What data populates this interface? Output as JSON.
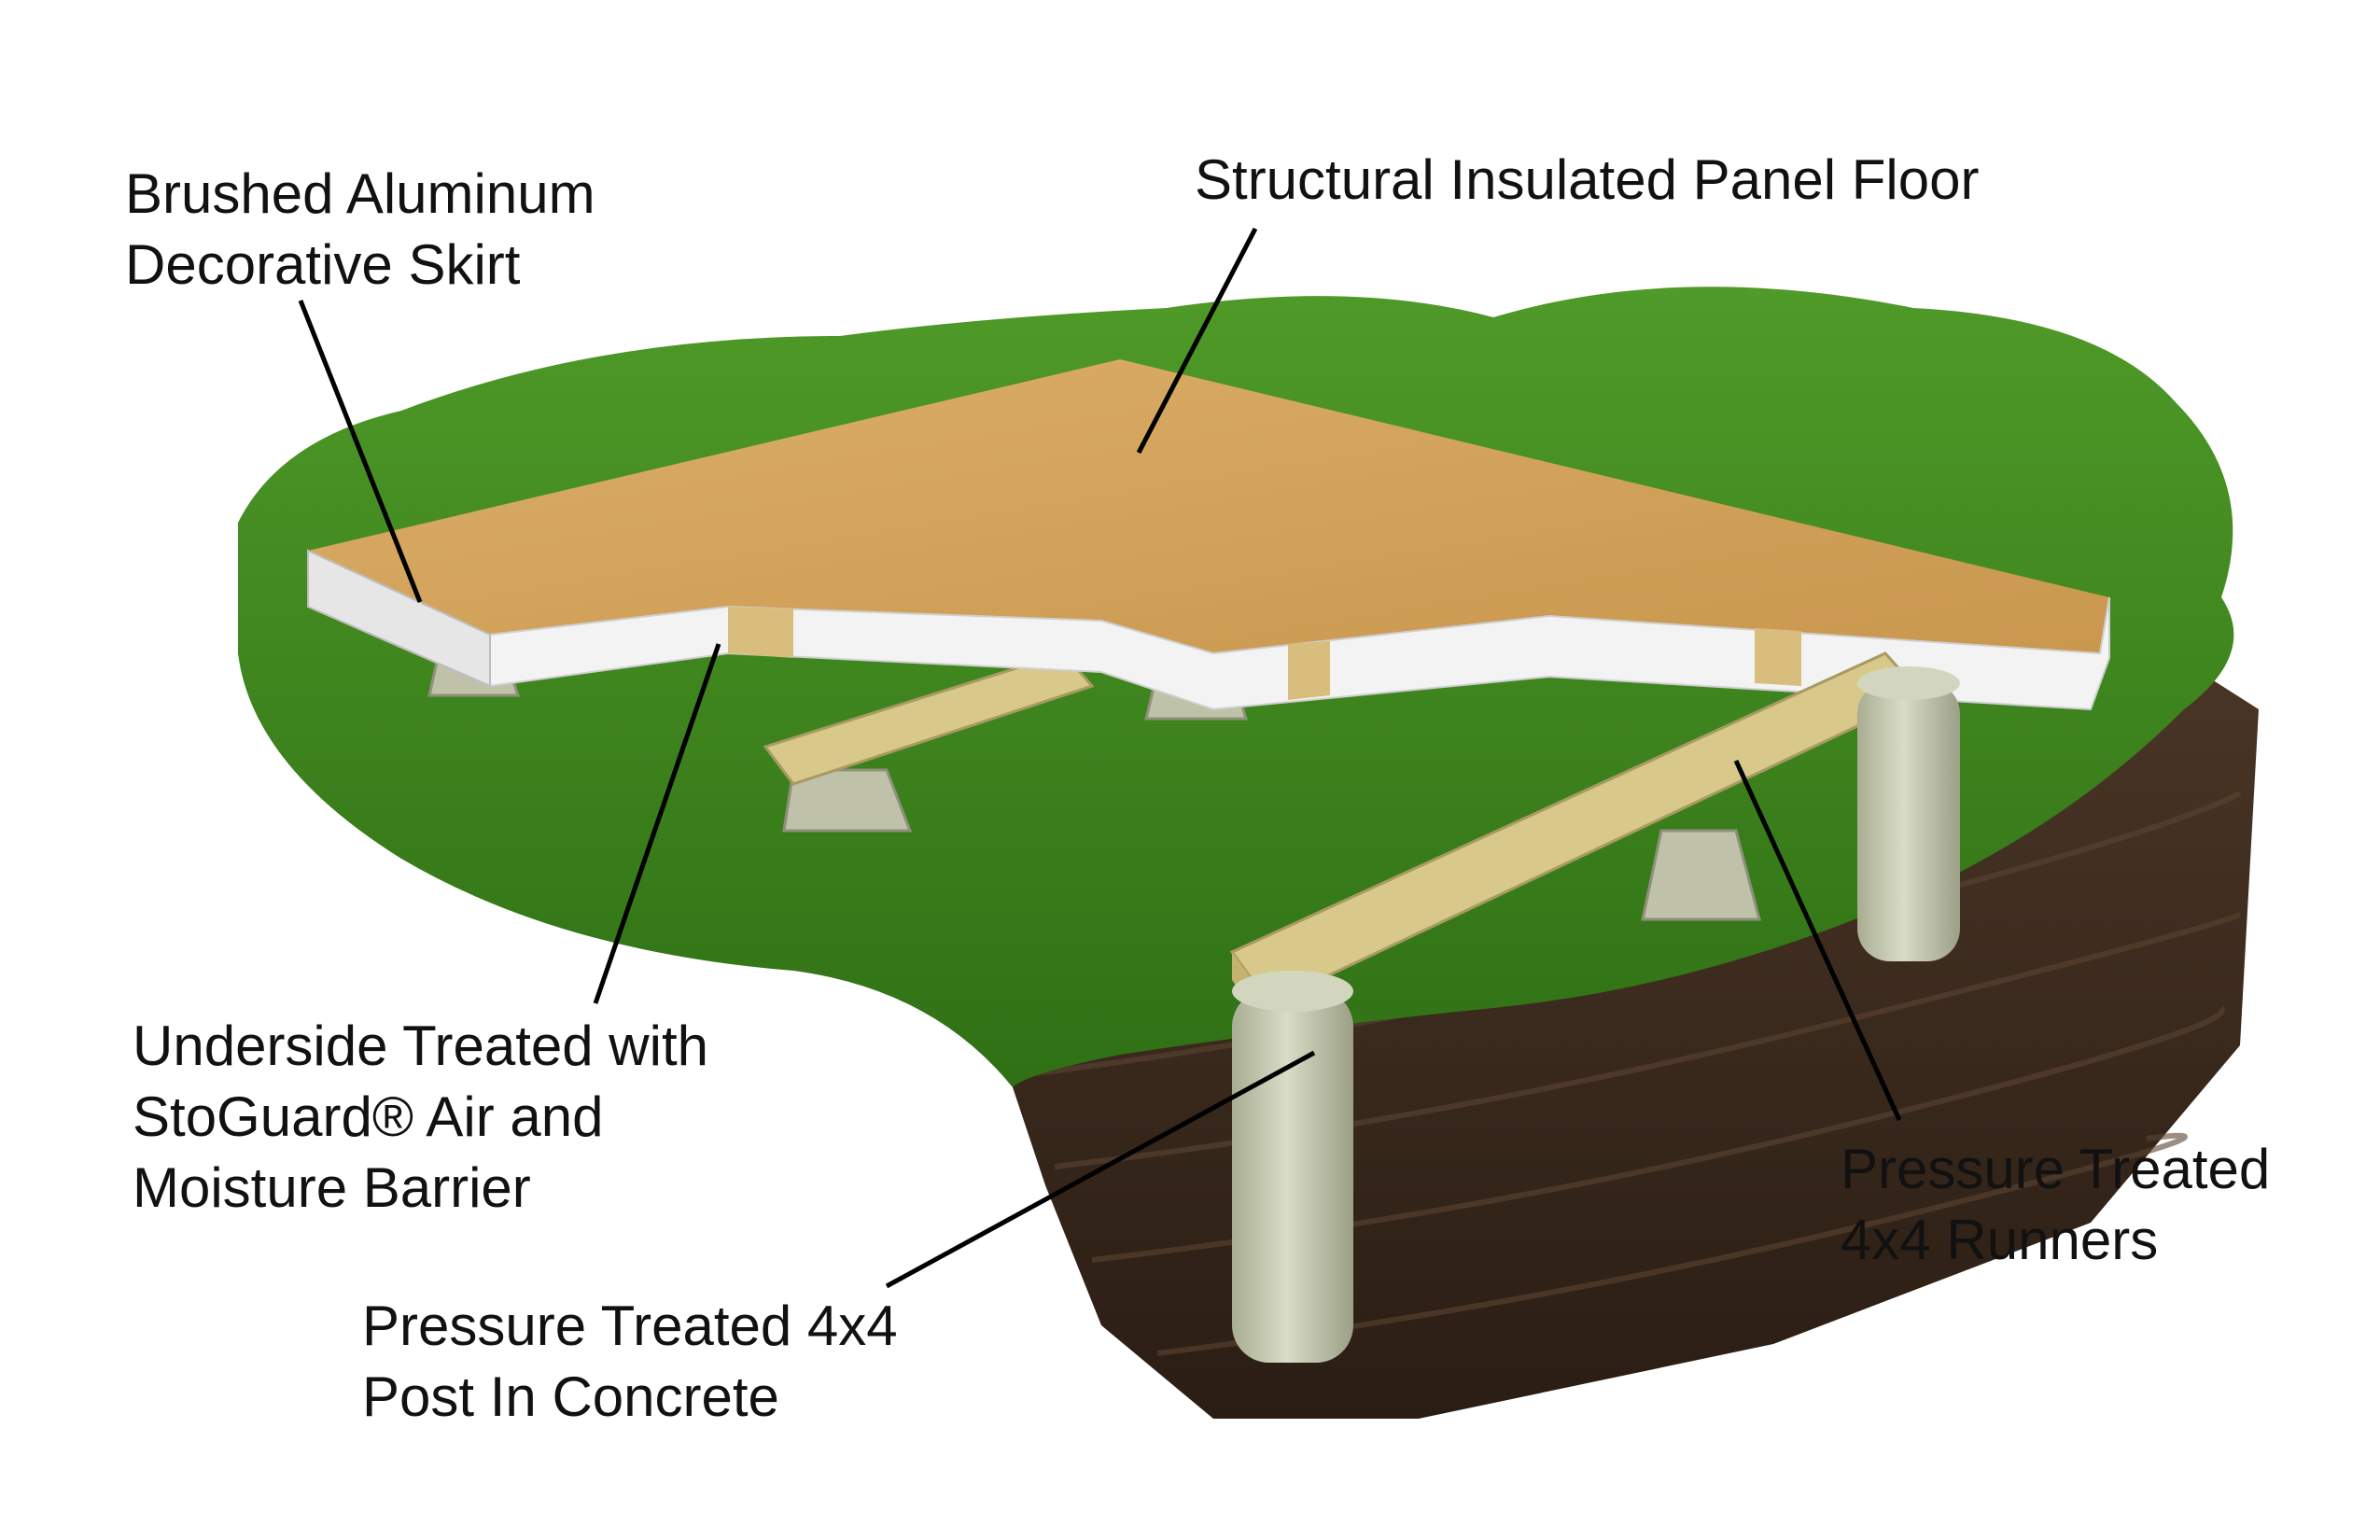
{
  "diagram": {
    "labels": {
      "skirt": {
        "line1": "Brushed Aluminum",
        "line2": "Decorative Skirt"
      },
      "sip_floor": {
        "line1": "Structural Insulated Panel Floor"
      },
      "underside": {
        "line1": "Underside Treated with",
        "line2": "StoGuard® Air and",
        "line3": "Moisture Barrier"
      },
      "runners": {
        "line1": "Pressure Treated",
        "line2": "4x4 Runners"
      },
      "post": {
        "line1": "Pressure Treated 4x4",
        "line2": "Post In Concrete"
      }
    },
    "colors": {
      "grass": "#3f8a1c",
      "grass_dark": "#2c6a12",
      "soil": "#3b2a1e",
      "osb": "#d4a35b",
      "foam": "#f4f4f4",
      "lumber": "#d8c98a",
      "concrete": "#c9ccb4",
      "leader": "#000000"
    }
  }
}
